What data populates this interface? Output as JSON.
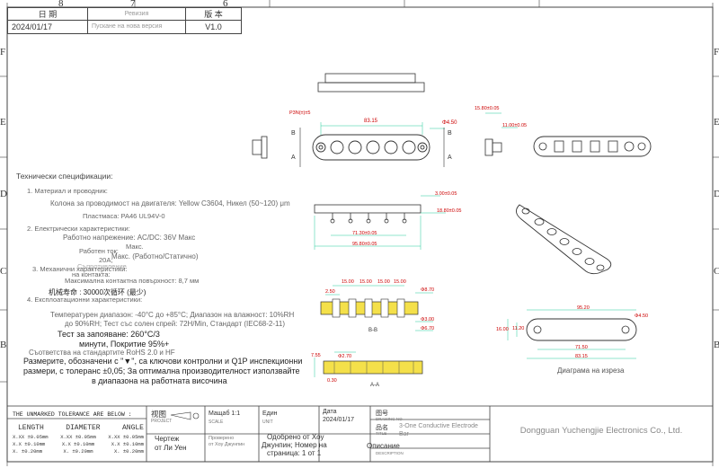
{
  "zones": {
    "top": [
      "8",
      "7",
      "6"
    ],
    "left": [
      "F",
      "E",
      "D",
      "C",
      "B"
    ]
  },
  "revision": {
    "date_label": "日 期",
    "rev_label": "Ревизия",
    "ver_label": "版 本",
    "date": "2024/01/17",
    "desc": "Пускане на нова версия",
    "version": "V1.0"
  },
  "specs": {
    "title": "Технически спецификации:",
    "s1_title": "1. Материал и проводник:",
    "s1_line1": "Колона за проводимост на двигателя: Yellow C3604, Никел (50~120) μm",
    "s1_line2": "Пластмаса: PA46 UL94V-0",
    "s2_title": "2. Електрически характеристики:",
    "s2_line1": "Работно напрежение: AC/DC: 36V Макс",
    "s2_cur_a": "Работен ток:",
    "s2_cur_b": "20A;",
    "s2_max_a": "Макс.",
    "s2_max_b": "Макс. (Работно/Статично)",
    "s2_contact": "Съпротивление",
    "s3_title": "3. Механични характеристики:",
    "s3_sub": "на контакта:",
    "s3_line1": "Максимална контактна повърхност: 8,7 мм",
    "s3_line2": "机械寿命 : 30000次循环 (最少)",
    "s4_title": "4. Експлоатационни характеристики:",
    "s4_line1": "Температурен диапазон: -40°C до +85°C; Диапазон на влажност: 10%RH",
    "s4_line2": "до 90%RH; Тест със солен спрей: 72H/Min, Стандарт (IEC68-2-11)",
    "s4_solder1": "Тест за запояване: 260°C/3",
    "s4_solder2": "минути, Покритие 95%+",
    "s4_rohs": "Съответства на стандартите RoHS 2.0 и HF",
    "s4_n1": "Размерите, обозначени с \"▼\", са ключови контролни и Q1P инспекционни",
    "s4_n2": "размери, с толеранс ±0,05; За оптимална производителност използвайте",
    "s4_n3": "в диапазона на работната височина"
  },
  "dims": {
    "pin": "P3N(±)±5",
    "d8315": "83.15",
    "phi45": "Φ4.50",
    "d1580": "15.80±0.05",
    "d1100": "11.00±0.05",
    "d300": "3.00±0.05",
    "d1880": "18.80±0.05",
    "d7130": "71.30±0.05",
    "d9580": "95.80±0.05",
    "d1500": "15.00",
    "d250": "2.50",
    "phi870": "Φ8.70",
    "phi300": "Φ3.00",
    "phi670": "Φ6.70",
    "d9520": "95.20",
    "d1600": "16.00",
    "d1120": "11.20",
    "d7150": "71.50",
    "d8315b": "83.15",
    "phi450b": "Φ4.50",
    "d755": "7.55",
    "phi270": "Φ2.70",
    "d030": "0.30",
    "sec_bb": "B-B",
    "sec_aa": "A-A",
    "cut_b": "B",
    "cut_a": "A",
    "cut_diagram": "Диаграма на изреза"
  },
  "title_block": {
    "tol_title": "THE UNMARKED TOLERANCE ARE BELOW :",
    "tol_headers": [
      "LENGTH",
      "DIAMETER",
      "ANGLE"
    ],
    "tol_rows": [
      [
        "X.XX ±0.05mm",
        "X.XX ±0.05mm",
        "X.XX ±0.05mm"
      ],
      [
        "X.X  ±0.10mm",
        "X.X  ±0.10mm",
        "X.X  ±0.10mm"
      ],
      [
        "X.   ±0.20mm",
        "X.   ±0.20mm",
        "X.   ±0.20mm"
      ]
    ],
    "view_label": "视图",
    "view_sub": "PROJECT",
    "scale_label": "Мащаб 1:1",
    "scale_sub": "SCALE",
    "unit_label": "Един",
    "unit_sub": "UNIT",
    "date_label": "Дата",
    "date_value": "2024/01/17",
    "dwg_label": "图号",
    "dwg_sub": "DRAWING NO",
    "name_label": "品名",
    "name_sub": "TITLE",
    "name_value": "3-One Conductive Electrode Bar",
    "drawn_label": "Чертеж",
    "drawn_value": "от Ли Уен",
    "check_label": "Проверено",
    "check_value": "от Хоу Джунпин",
    "approve_label": "Одобрено от Хоу",
    "approve_value": "Джунпин; Номер на",
    "page_value": "страница: 1 от 1",
    "desc_label": "Описание",
    "desc_sub": "DESCRIPTION",
    "company": "Dongguan Yuchengjie Electronics Co., Ltd."
  }
}
